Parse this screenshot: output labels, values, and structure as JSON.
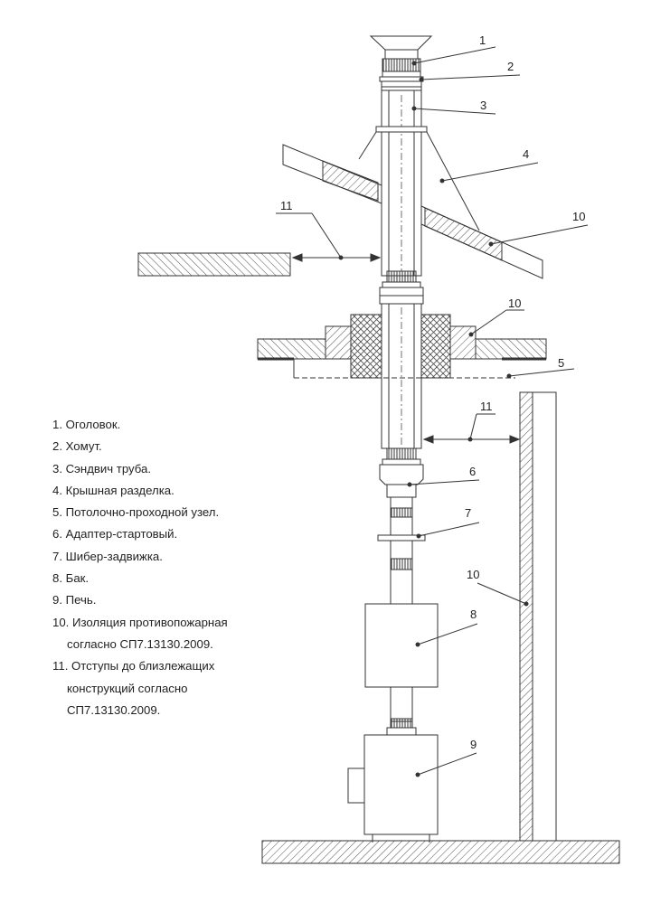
{
  "legend": [
    {
      "lines": [
        "1. Оголовок."
      ]
    },
    {
      "lines": [
        "2. Хомут."
      ]
    },
    {
      "lines": [
        "3. Сэндвич труба."
      ]
    },
    {
      "lines": [
        "4. Крышная разделка."
      ]
    },
    {
      "lines": [
        "5.  Потолочно-проходной узел."
      ]
    },
    {
      "lines": [
        "6. Адаптер-стартовый."
      ]
    },
    {
      "lines": [
        "7. Шибер-задвижка."
      ]
    },
    {
      "lines": [
        "8. Бак."
      ]
    },
    {
      "lines": [
        "9. Печь."
      ]
    },
    {
      "lines": [
        "10. Изоляция противопожарная",
        "согласно СП7.13130.2009."
      ]
    },
    {
      "lines": [
        "11. Отступы до близлежащих",
        "конструкций согласно",
        "СП7.13130.2009."
      ]
    }
  ],
  "callouts": {
    "c1": "1",
    "c2": "2",
    "c3": "3",
    "c4": "4",
    "c5": "5",
    "c6": "6",
    "c7": "7",
    "c8": "8",
    "c9": "9",
    "c10a": "10",
    "c10b": "10",
    "c10c": "10",
    "c11a": "11",
    "c11b": "11"
  },
  "colors": {
    "line": "#333333",
    "hatch": "#555555",
    "background": "#ffffff"
  }
}
